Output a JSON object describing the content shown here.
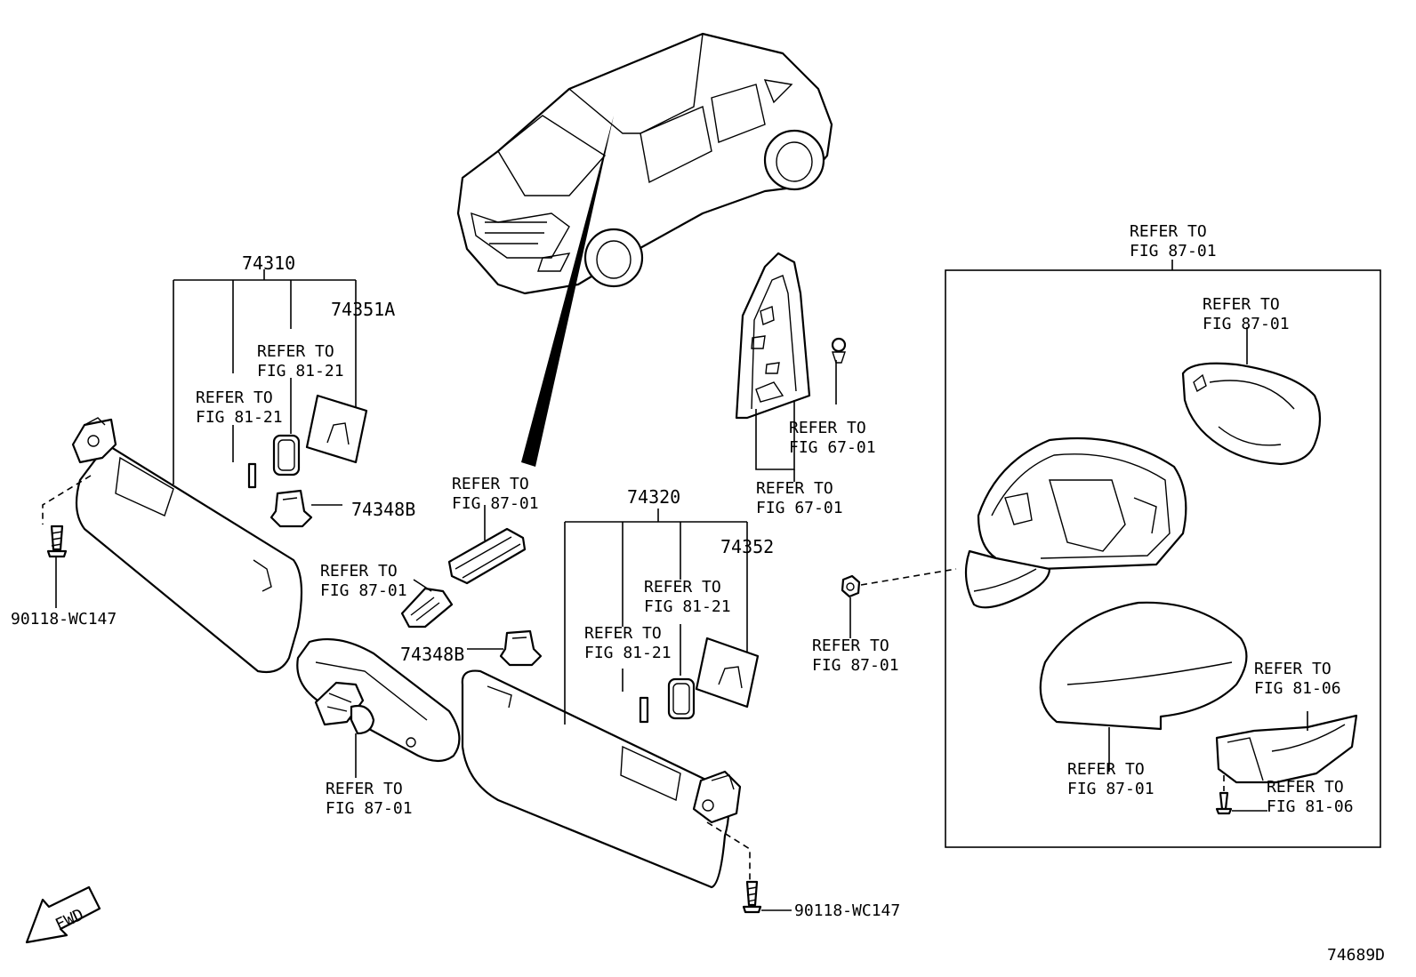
{
  "labels": {
    "p74310": "74310",
    "p74351a": "74351A",
    "p74348b_upper": "74348B",
    "p74348b_lower": "74348B",
    "p74320": "74320",
    "p74352": "74352",
    "p90118_left": "90118-WC147",
    "p90118_right": "90118-WC147",
    "diagram_id": "74689D",
    "fwd": "FWD"
  },
  "refs": {
    "ref_to": "REFER TO",
    "fig_81_21": "FIG 81-21",
    "fig_87_01": "FIG 87-01",
    "fig_67_01": "FIG 67-01",
    "fig_81_06": "FIG 81-06"
  }
}
